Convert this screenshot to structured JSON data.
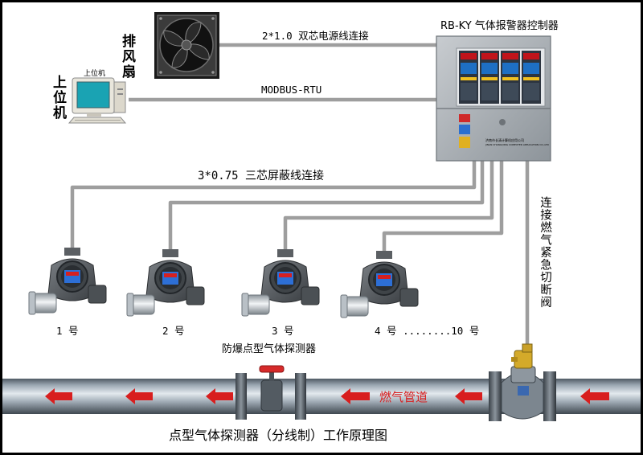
{
  "fan": {
    "label": "排风扇"
  },
  "pc": {
    "screen_label": "上位机",
    "label": "上位机"
  },
  "controller": {
    "title": "RB-KY 气体报警器控制器",
    "panel_text_1": "济南市长清计算机应用公司",
    "panel_text_2": "JINAN CHANGQING COMPUTER APPLICATION CO.,LTD"
  },
  "links": {
    "fan_link": "2*1.0 双芯电源线连接",
    "pc_link": "MODBUS-RTU",
    "sensor_link": "3*0.75 三芯屏蔽线连接",
    "valve_link": "连接燃气紧急切断阀"
  },
  "detectors": {
    "labels": [
      "1 号",
      "2 号",
      "3 号",
      "4 号 ........10 号"
    ],
    "caption": "防爆点型气体探测器"
  },
  "pipe": {
    "label": "燃气管道"
  },
  "footer": {
    "title": "点型气体探测器（分线制）工作原理图"
  },
  "colors": {
    "frame": "#000000",
    "cable": "#9e9e9e",
    "pipe_body": "#8e9aa5",
    "flow_arrow": "#d81e1e",
    "controller_body": "#a4aab0",
    "detector_body": "#5b5f63"
  }
}
